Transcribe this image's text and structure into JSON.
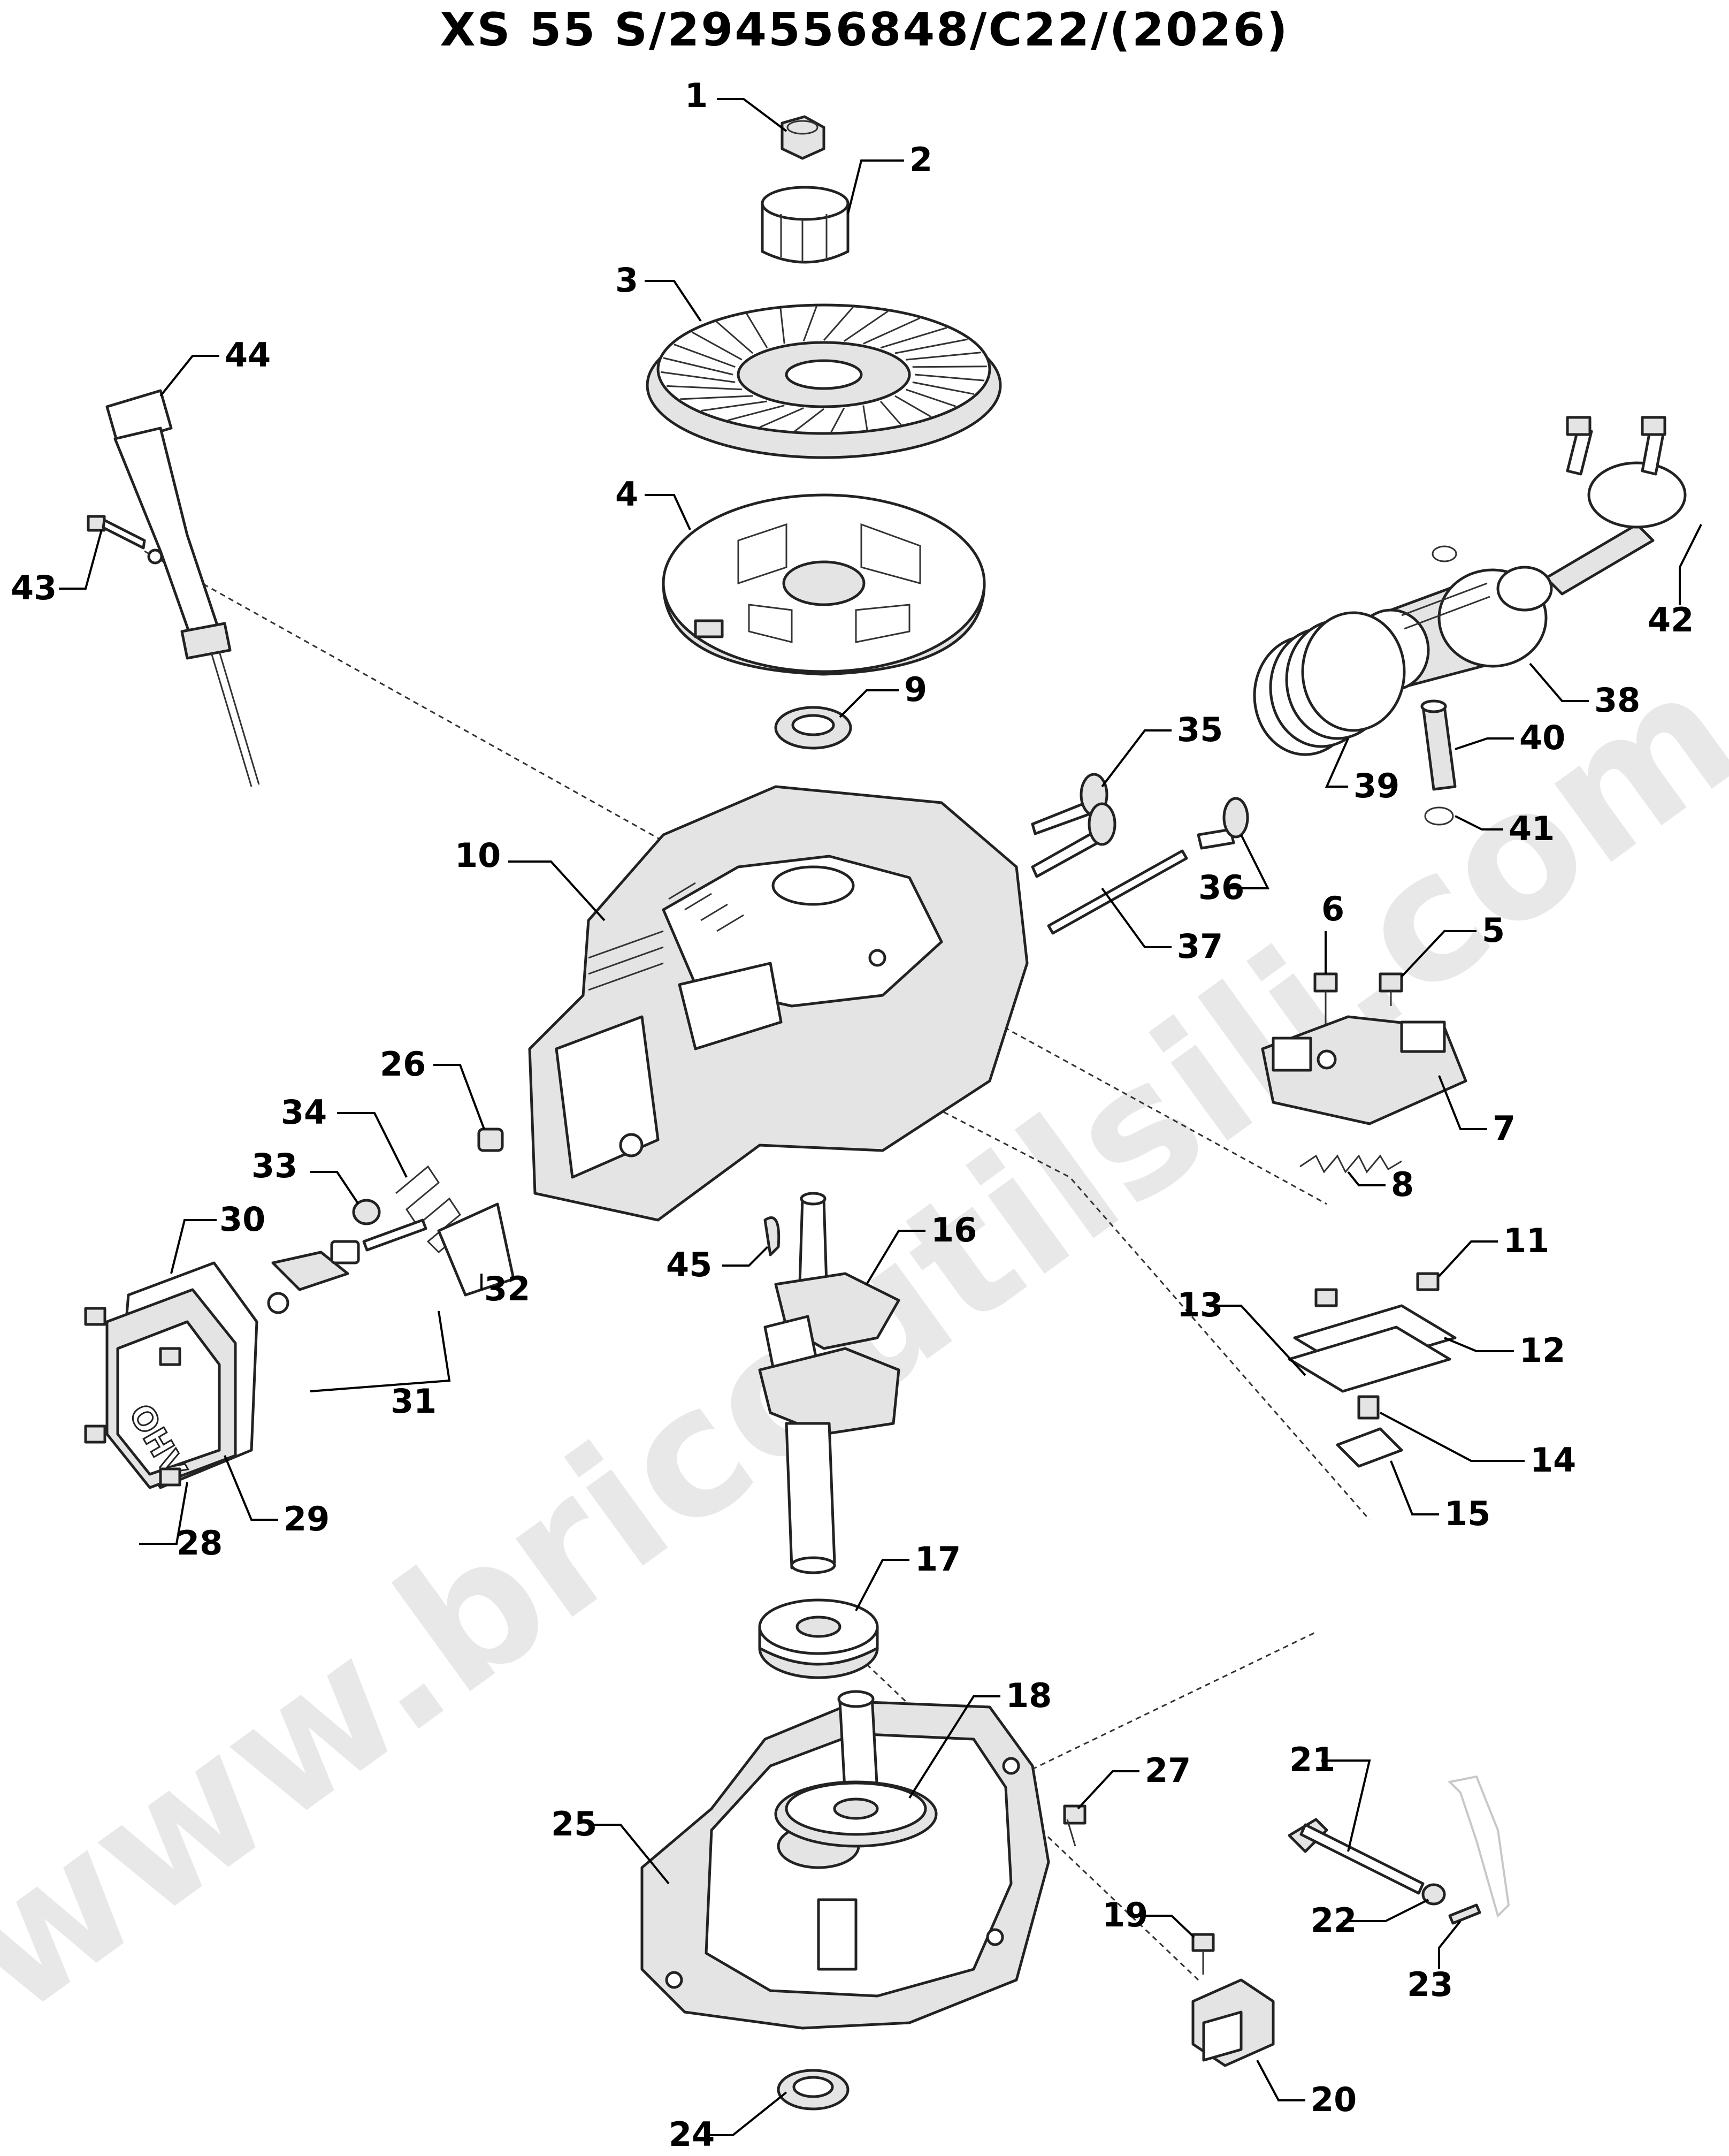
{
  "title": "XS 55 S/294556848/C22/(2026)",
  "watermark": "www.bricoutilsili.com",
  "part_labels": {
    "p1": "1",
    "p2": "2",
    "p3": "3",
    "p4": "4",
    "p5": "5",
    "p6": "6",
    "p7": "7",
    "p8": "8",
    "p9": "9",
    "p10": "10",
    "p11": "11",
    "p12": "12",
    "p13": "13",
    "p14": "14",
    "p15": "15",
    "p16": "16",
    "p17": "17",
    "p18": "18",
    "p19": "19",
    "p20": "20",
    "p21": "21",
    "p22": "22",
    "p23": "23",
    "p24": "24",
    "p25": "25",
    "p26": "26",
    "p27": "27",
    "p28": "28",
    "p29": "29",
    "p30": "30",
    "p31": "31",
    "p32": "32",
    "p33": "33",
    "p34": "34",
    "p35": "35",
    "p36": "36",
    "p37": "37",
    "p38": "38",
    "p39": "39",
    "p40": "40",
    "p41": "41",
    "p42": "42",
    "p43": "43",
    "p44": "44",
    "p45": "45"
  },
  "valve_cover_marking": "OHV"
}
